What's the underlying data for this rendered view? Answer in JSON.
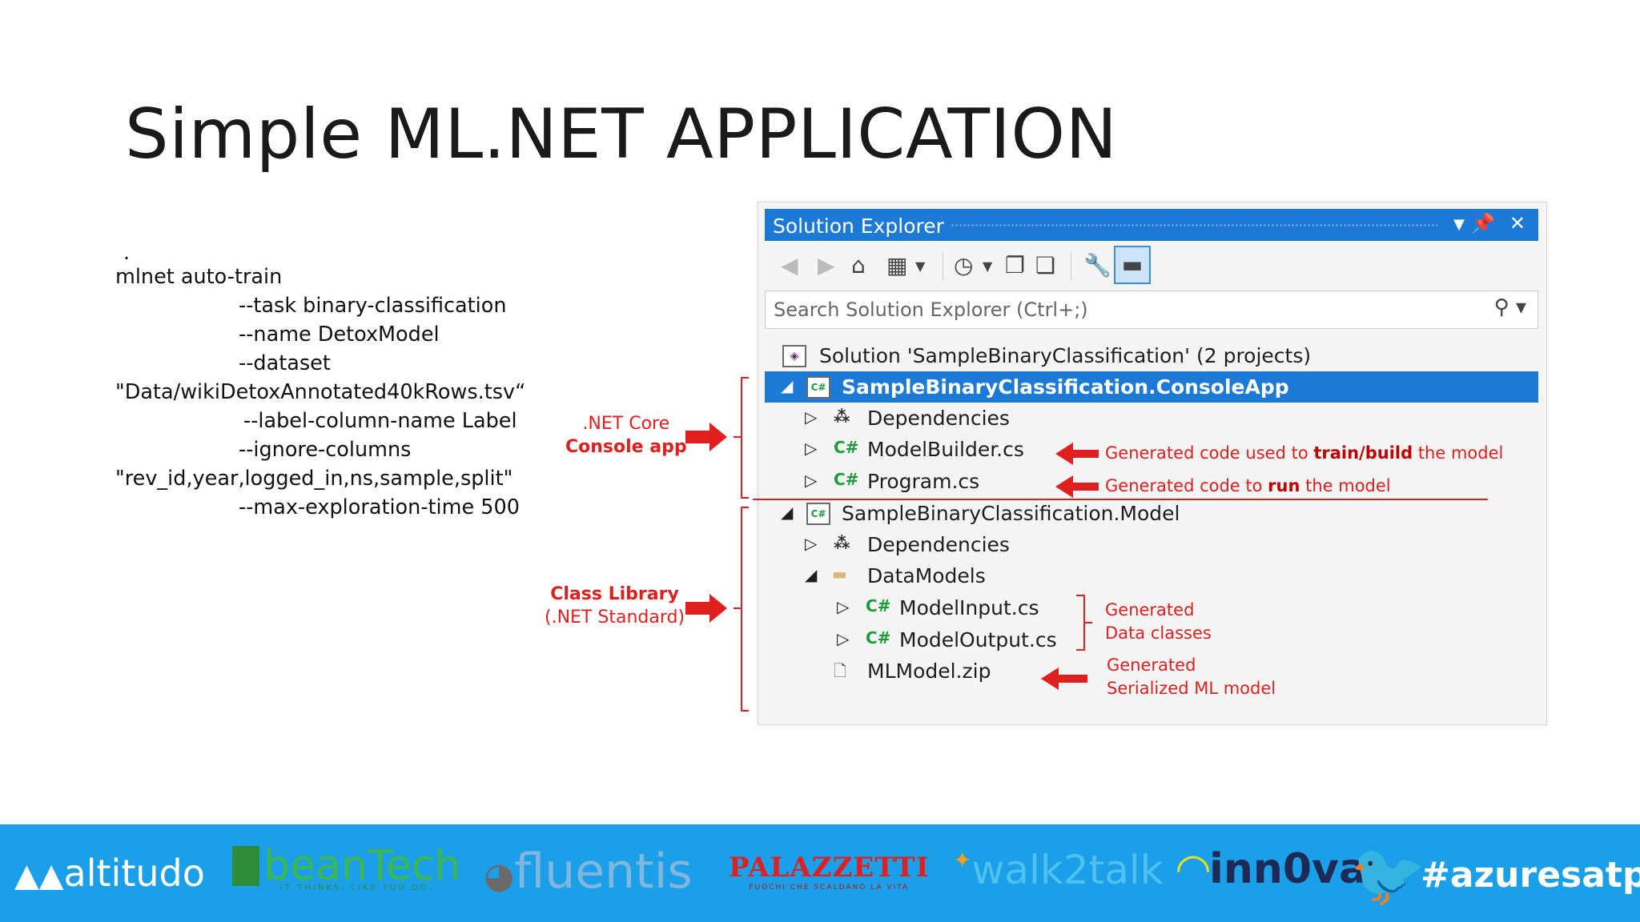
{
  "slide": {
    "title": "Simple ML.NET APPLICATION",
    "bullet": ".",
    "command_lines": [
      "mlnet auto-train",
      "--task binary-classification",
      "--name DetoxModel",
      "--dataset",
      "\"Data/wikiDetoxAnnotated40kRows.tsv“",
      "--label-column-name Label",
      "--ignore-columns",
      "\"rev_id,year,logged_in,ns,sample,split\"",
      "--max-exploration-time 500"
    ]
  },
  "solution_explorer": {
    "title": "Solution Explorer",
    "title_controls": [
      "dropdown-icon",
      "pin-icon",
      "close-icon"
    ],
    "search_placeholder": "Search Solution Explorer (Ctrl+;)",
    "toolbar_icons": [
      "back-icon",
      "forward-icon",
      "home-icon",
      "switch-views-icon",
      "pending-changes-icon",
      "collapse-all-icon",
      "show-all-files-icon",
      "properties-icon",
      "preview-icon"
    ],
    "tree": [
      {
        "label": "Solution 'SampleBinaryClassification' (2 projects)",
        "icon": "solution-icon",
        "selected": false
      },
      {
        "label": "SampleBinaryClassification.ConsoleApp",
        "icon": "csharp-project-icon",
        "selected": true
      },
      {
        "label": "Dependencies",
        "icon": "dependencies-icon"
      },
      {
        "label": "ModelBuilder.cs",
        "icon": "csharp-file-icon"
      },
      {
        "label": "Program.cs",
        "icon": "csharp-file-icon"
      },
      {
        "label": "SampleBinaryClassification.Model",
        "icon": "csharp-project-icon"
      },
      {
        "label": "Dependencies",
        "icon": "dependencies-icon"
      },
      {
        "label": "DataModels",
        "icon": "folder-icon"
      },
      {
        "label": "ModelInput.cs",
        "icon": "csharp-file-icon"
      },
      {
        "label": "ModelOutput.cs",
        "icon": "csharp-file-icon"
      },
      {
        "label": "MLModel.zip",
        "icon": "file-icon"
      }
    ],
    "csharp_badge": "C#"
  },
  "annotations": {
    "modelbuilder_pre": "Generated code used to ",
    "modelbuilder_bold": "train/build",
    "modelbuilder_post": " the model",
    "program_pre": "Generated code to ",
    "program_bold": "run",
    "program_post": " the model",
    "dataclasses_1": "Generated",
    "dataclasses_2": "Data classes",
    "mlmodel_1": "Generated",
    "mlmodel_2": "Serialized ML model",
    "console_1": ".NET Core",
    "console_2": "Console app",
    "classlib_1": "Class Library",
    "classlib_2": "(.NET Standard)"
  },
  "footer": {
    "background": "#1a9fe8",
    "logos": [
      "altitudo",
      "beanTech",
      "fluentis",
      "PALAZZETTI",
      "walk2talk",
      "inn0va"
    ],
    "beantech_tagline": "IT THINKS. LIKE YOU DO.",
    "palazzetti_tagline": "FUOCHI CHE SCALDANO LA VITA",
    "hashtag": "#azuresatpn"
  },
  "colors": {
    "accent": "#1c7ad6",
    "annotation": "#e0201e",
    "footer": "#1a9fe8"
  }
}
